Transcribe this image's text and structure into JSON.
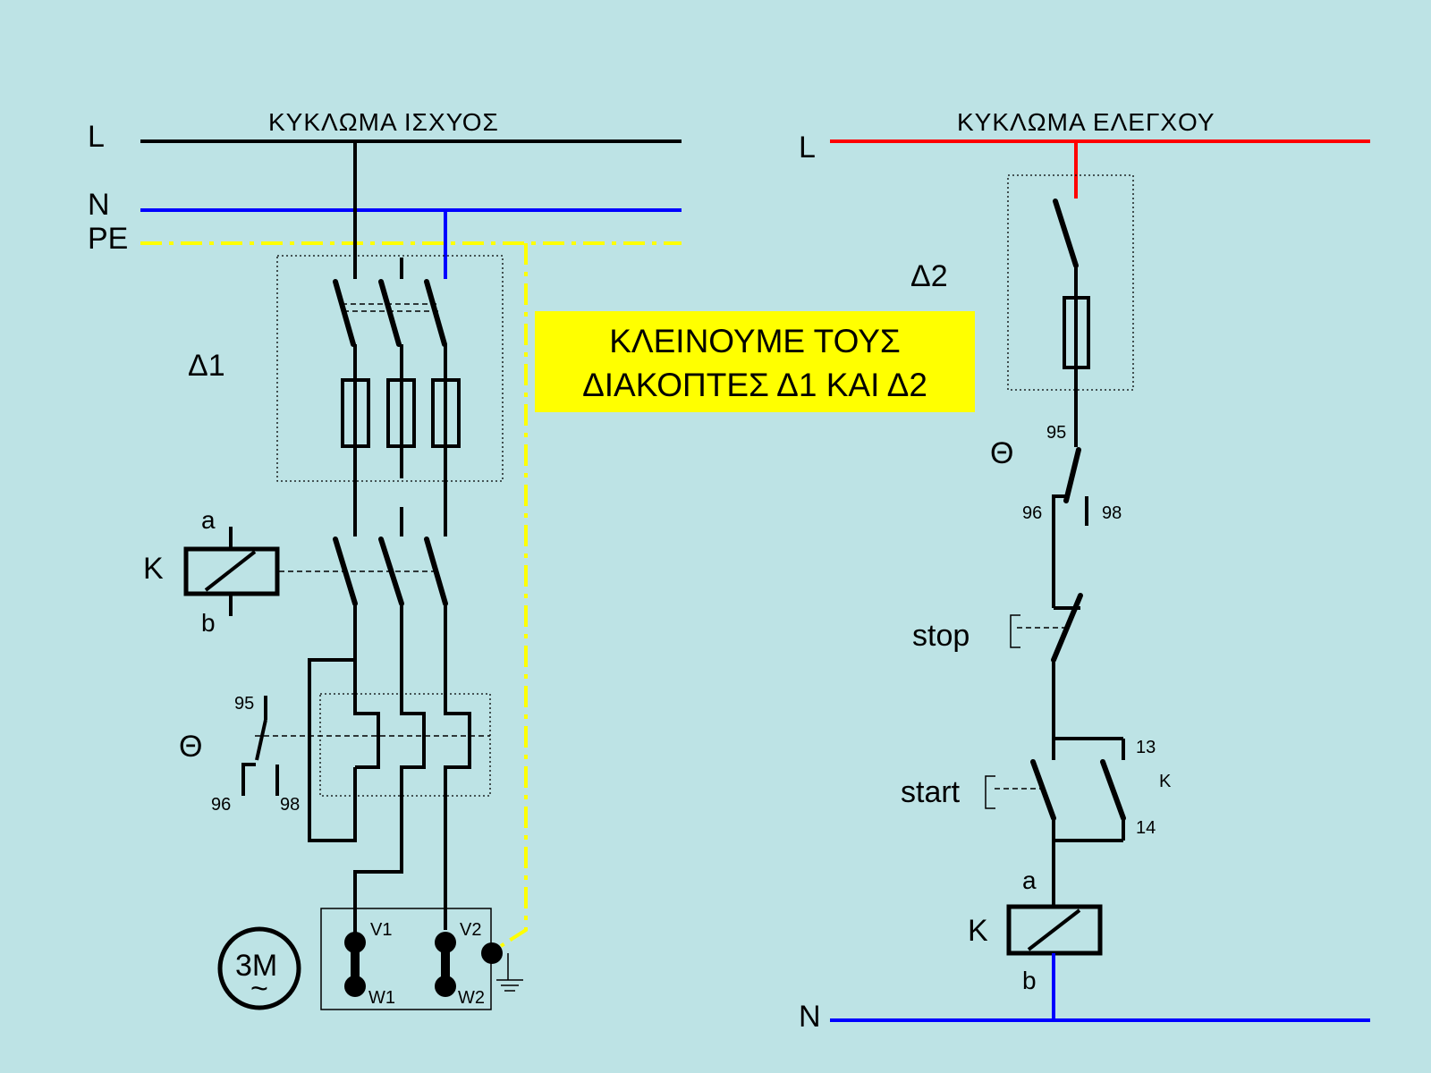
{
  "power": {
    "title": "ΚΥΚΛΩΜΑ ΙΣΧΥΟΣ",
    "line_L": "L",
    "line_N": "N",
    "line_PE": "PE",
    "switch_label": "Δ1",
    "contactor_label": "K",
    "coil_a": "a",
    "coil_b": "b",
    "thermal_label": "Θ",
    "t95": "95",
    "t96": "96",
    "t98": "98",
    "motor_label": "3M",
    "motor_tilde": "~",
    "term_v1": "V1",
    "term_v2": "V2",
    "term_w1": "W1",
    "term_w2": "W2"
  },
  "control": {
    "title": "ΚΥΚΛΩΜΑ ΕΛΕΓΧΟΥ",
    "line_L": "L",
    "line_N": "N",
    "switch_label": "Δ2",
    "thermal_label": "Θ",
    "t95": "95",
    "t96": "96",
    "t98": "98",
    "stop_label": "stop",
    "start_label": "start",
    "t13": "13",
    "t14": "14",
    "k_small": "K",
    "coil_a": "a",
    "coil_b": "b",
    "coil_label": "K"
  },
  "banner": {
    "line1": "ΚΛΕΙΝΟΥΜΕ ΤΟΥΣ",
    "line2": "ΔΙΑΚΟΠΤΕΣ  Δ1  ΚΑΙ  Δ2"
  },
  "colors": {
    "background": "#bde3e5",
    "L_power": "#000000",
    "N": "#0000ff",
    "PE": "#ffff00",
    "L_control": "#ff0000",
    "banner_bg": "#ffff00"
  }
}
